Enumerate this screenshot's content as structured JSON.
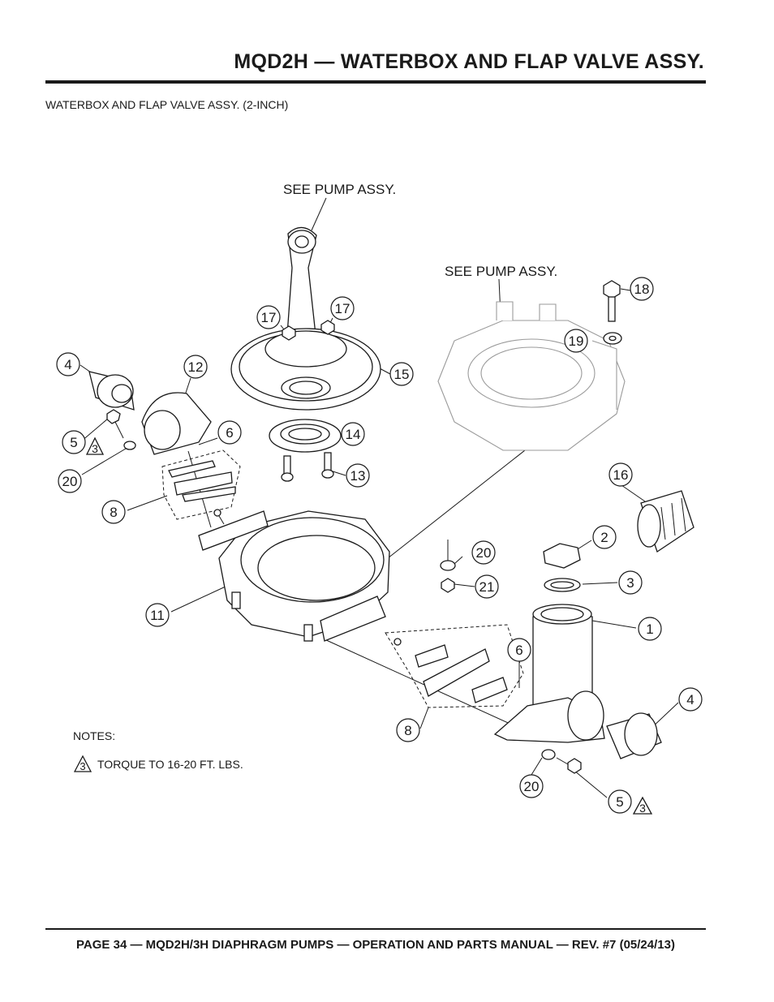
{
  "header": {
    "title": "MQD2H — WATERBOX AND FLAP VALVE ASSY."
  },
  "subtitle": "WATERBOX AND FLAP VALVE ASSY. (2-INCH)",
  "diagram": {
    "see_pump_assy_1": "SEE PUMP ASSY.",
    "see_pump_assy_2": "SEE PUMP ASSY.",
    "callouts": [
      {
        "id": "c17a",
        "label": "17"
      },
      {
        "id": "c17b",
        "label": "17"
      },
      {
        "id": "c18",
        "label": "18"
      },
      {
        "id": "c19",
        "label": "19"
      },
      {
        "id": "c4a",
        "label": "4"
      },
      {
        "id": "c12",
        "label": "12"
      },
      {
        "id": "c15",
        "label": "15"
      },
      {
        "id": "c5a",
        "label": "5"
      },
      {
        "id": "c6a",
        "label": "6"
      },
      {
        "id": "c14",
        "label": "14"
      },
      {
        "id": "c20a",
        "label": "20"
      },
      {
        "id": "c13",
        "label": "13"
      },
      {
        "id": "c16",
        "label": "16"
      },
      {
        "id": "c8a",
        "label": "8"
      },
      {
        "id": "c2",
        "label": "2"
      },
      {
        "id": "c20b",
        "label": "20"
      },
      {
        "id": "c3",
        "label": "3"
      },
      {
        "id": "c21",
        "label": "21"
      },
      {
        "id": "c11",
        "label": "11"
      },
      {
        "id": "c1",
        "label": "1"
      },
      {
        "id": "c6b",
        "label": "6"
      },
      {
        "id": "c4b",
        "label": "4"
      },
      {
        "id": "c8b",
        "label": "8"
      },
      {
        "id": "c20c",
        "label": "20"
      },
      {
        "id": "c5b",
        "label": "5"
      }
    ],
    "torque_mark_a": "3",
    "torque_mark_b": "3"
  },
  "notes": {
    "heading": "NOTES:",
    "mark": "3",
    "torque_text": "TORQUE TO 16-20 FT. LBS."
  },
  "footer": "PAGE 34 — MQD2H/3H DIAPHRAGM PUMPS — OPERATION AND PARTS MANUAL — REV. #7 (05/24/13)"
}
